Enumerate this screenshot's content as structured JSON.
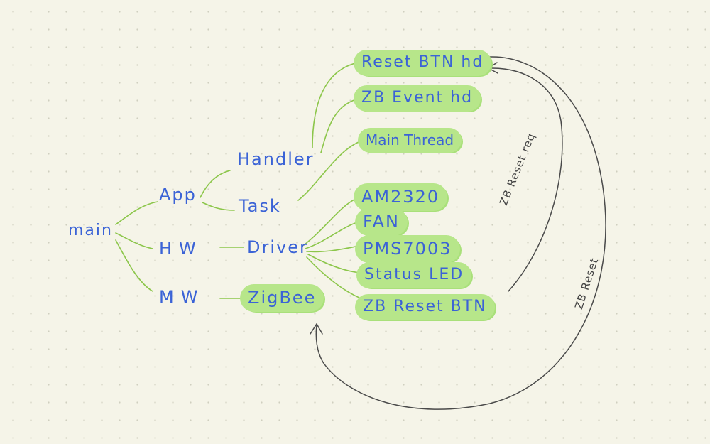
{
  "nodes": {
    "main": "main",
    "app": "App",
    "hw": "HW",
    "mw": "MW",
    "handler": "Handler",
    "task": "Task",
    "driver": "Driver",
    "zigbee": "ZigBee",
    "reset_btn_hd": "Reset BTN hd",
    "zb_event_hd": "ZB Event hd",
    "main_thread": "Main Thread",
    "am2320": "AM2320",
    "fan": "FAN",
    "pms7003": "PMS7003",
    "status_led": "Status LED",
    "zb_reset_btn": "ZB Reset BTN"
  },
  "edge_labels": {
    "zb_reset_req": "ZB Reset req",
    "zb_reset": "ZB Reset"
  },
  "colors": {
    "text": "#3b63d6",
    "line": "#8cc64a",
    "highlight": "#b7e68a",
    "arrow": "#4a4a4a"
  }
}
